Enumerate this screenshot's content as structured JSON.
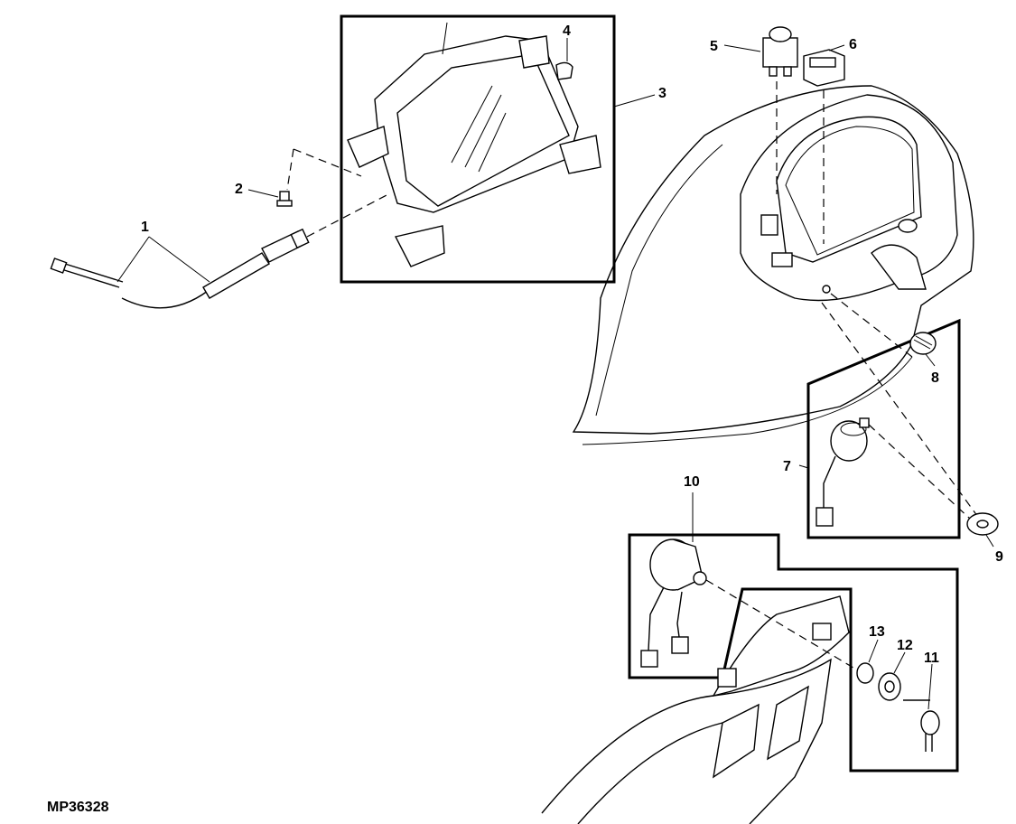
{
  "figure_id": "MP36328",
  "callouts": {
    "c1": "1",
    "c2": "2",
    "c3": "3",
    "c4": "4",
    "c5": "5",
    "c6": "6",
    "c7": "7",
    "c8": "8",
    "c9": "9",
    "c10": "10",
    "c11": "11",
    "c12": "12",
    "c13": "13"
  }
}
